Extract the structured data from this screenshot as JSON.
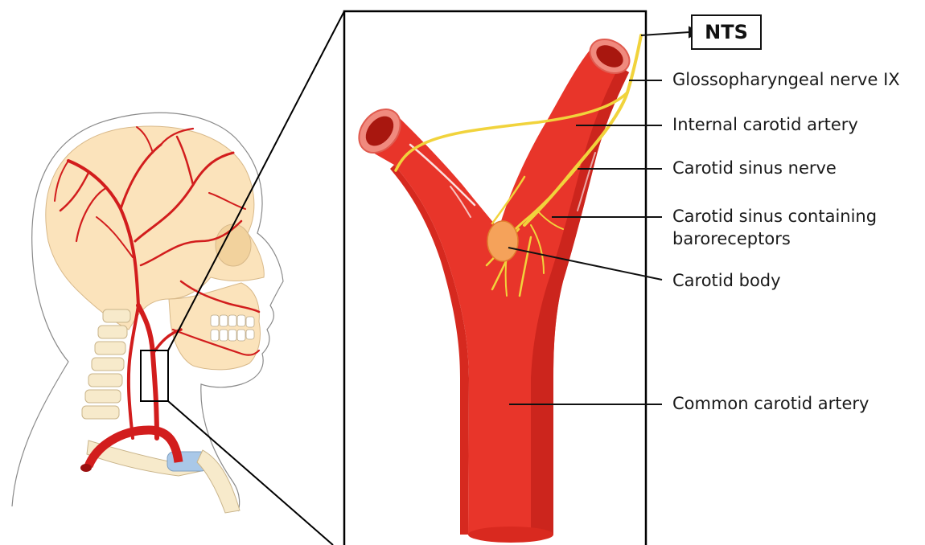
{
  "nts_label": "NTS",
  "labels": {
    "glossopharyngeal": "Glossopharyngeal nerve IX",
    "internal_carotid": "Internal carotid artery",
    "carotid_sinus_nerve": "Carotid sinus nerve",
    "carotid_sinus_line1": "Carotid sinus containing",
    "carotid_sinus_line2": "baroreceptors",
    "carotid_body": "Carotid body",
    "common_carotid": "Common carotid artery"
  },
  "colors": {
    "artery": "#e8352a",
    "artery_dark": "#c7221b",
    "nerve": "#f1d33c",
    "carotid_body": "#f5a25a",
    "skin": "#fbe3bb",
    "bone": "#f7eacb"
  }
}
